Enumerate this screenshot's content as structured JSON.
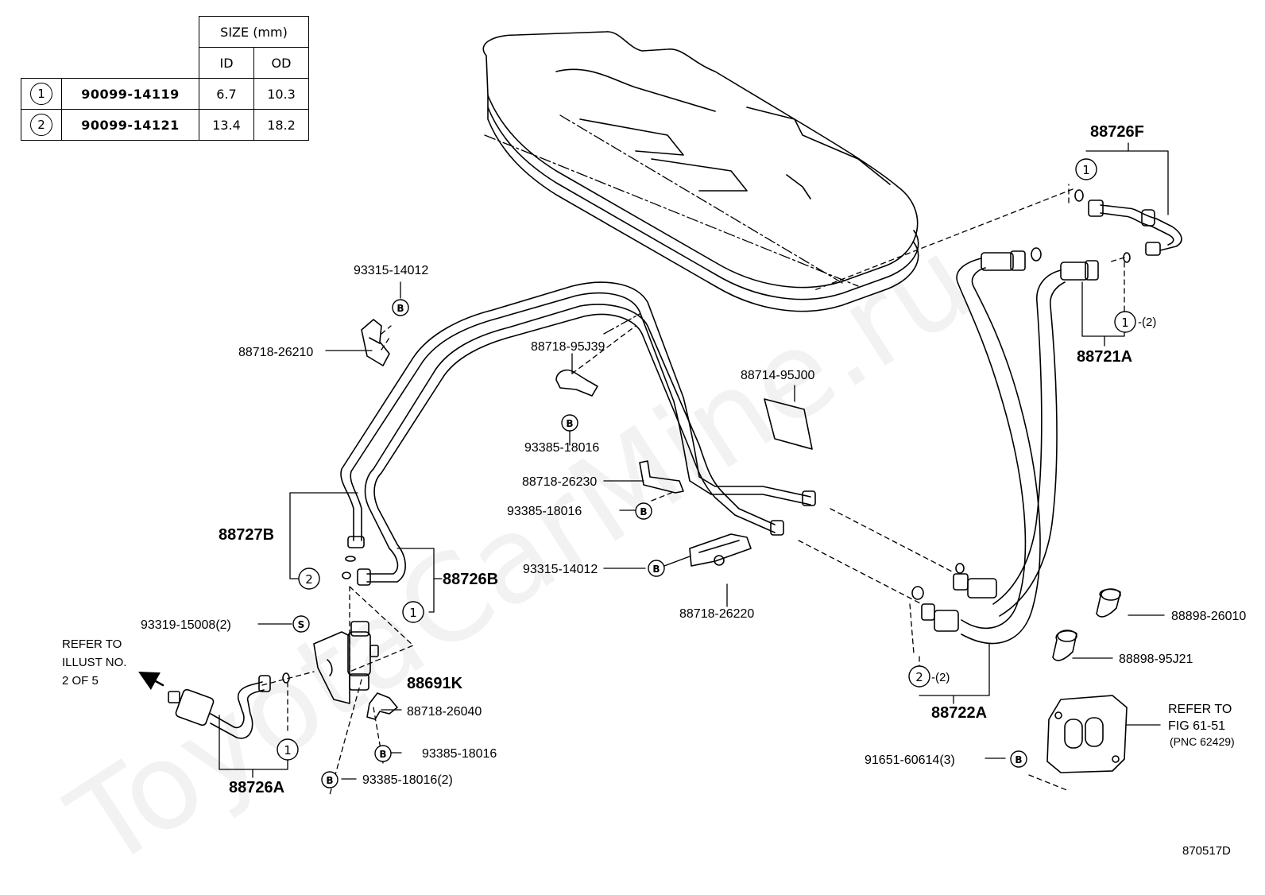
{
  "size_table": {
    "header": "SIZE (mm)",
    "col_id": "ID",
    "col_od": "OD",
    "rows": [
      {
        "num": "1",
        "part": "90099-14119",
        "id": "6.7",
        "od": "10.3"
      },
      {
        "num": "2",
        "part": "90099-14121",
        "id": "13.4",
        "od": "18.2"
      }
    ]
  },
  "labels": {
    "p88726F": "88726F",
    "p93315_14012_top": "93315-14012",
    "p88718_26210": "88718-26210",
    "p88718_95J39": "88718-95J39",
    "p88714_95J00": "88714-95J00",
    "p93385_18016_a": "93385-18016",
    "p88718_26230": "88718-26230",
    "p93385_18016_b": "93385-18016",
    "p88727B": "88727B",
    "p88726B": "88726B",
    "p93315_14012_mid": "93315-14012",
    "p88718_26220": "88718-26220",
    "p93319_15008": "93319-15008(2)",
    "p88691K": "88691K",
    "p88718_26040": "88718-26040",
    "p93385_18016_c": "93385-18016",
    "p93385_18016_d": "93385-18016(2)",
    "p88726A": "88726A",
    "p88721A": "88721A",
    "p88722A": "88722A",
    "p88898_26010": "88898-26010",
    "p88898_95J21": "88898-95J21",
    "p91651_60614": "91651-60614(3)",
    "qty2": "-(2)",
    "refer_left": [
      "REFER TO",
      "ILLUST NO.",
      "2 OF 5"
    ],
    "refer_right": [
      "REFER TO",
      "FIG 61-51",
      "(PNC 62429)"
    ],
    "diagram_code": "870517D"
  },
  "symbols": {
    "one": "1",
    "two": "2",
    "bolt": "B",
    "screw": "S"
  },
  "watermark": "ToyotaCarMine.ru"
}
